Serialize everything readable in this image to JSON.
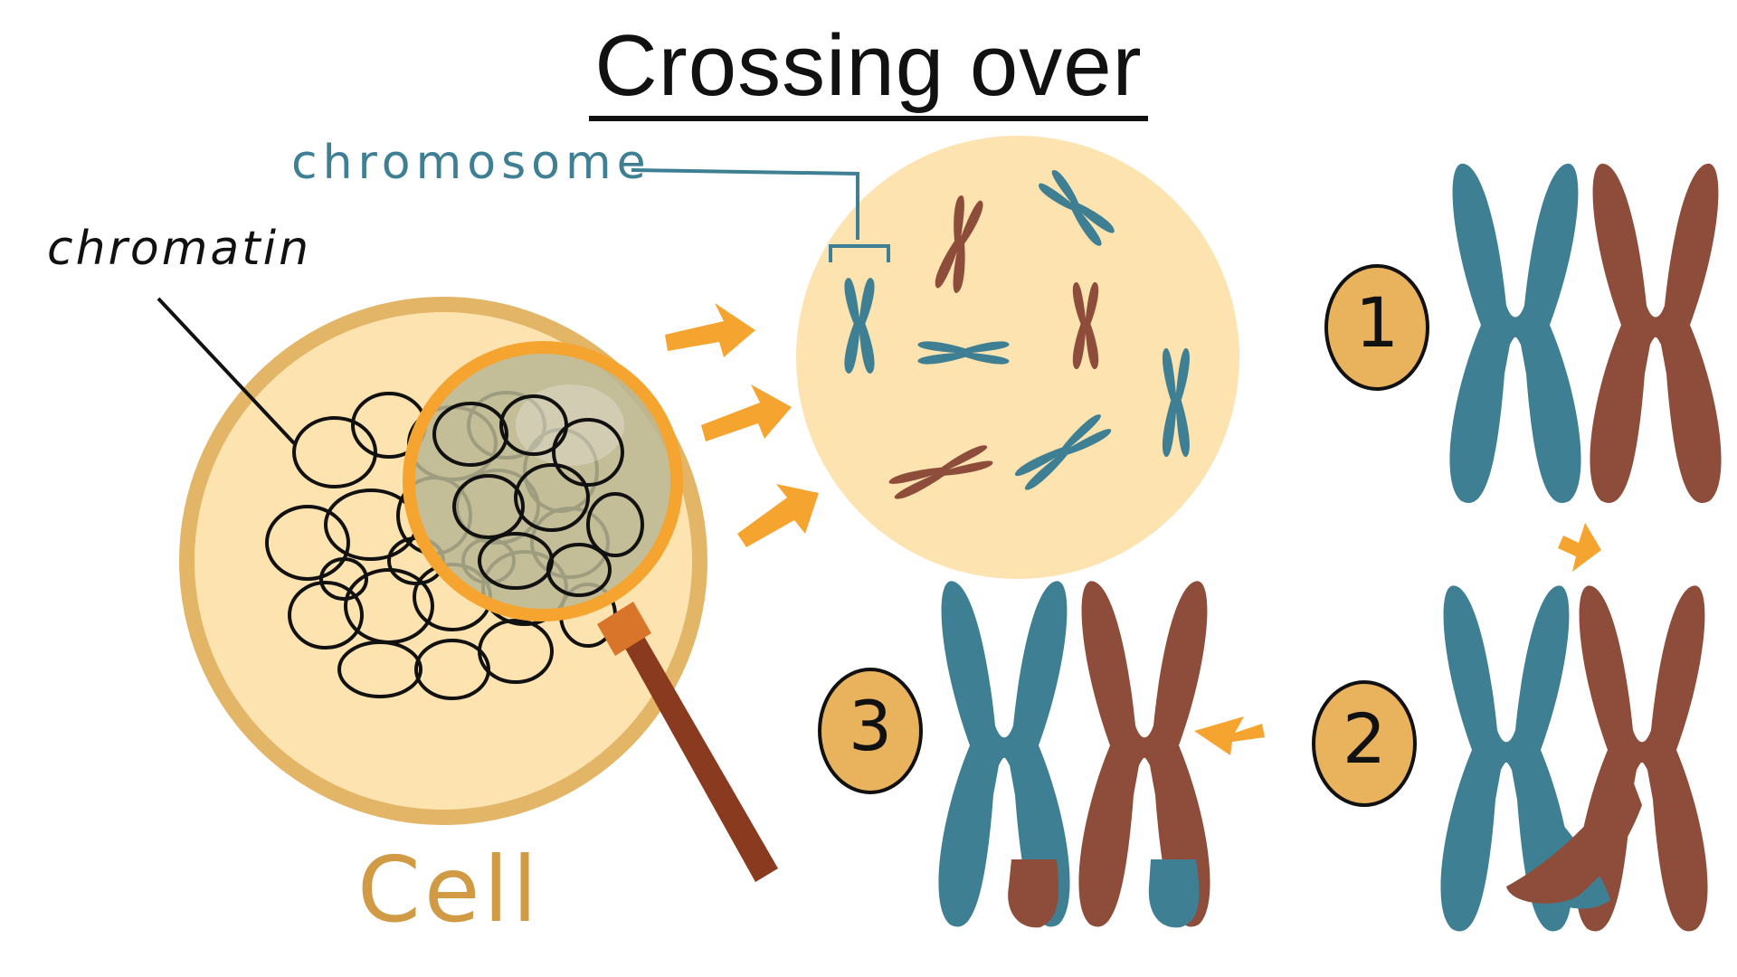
{
  "title": "Crossing over",
  "labels": {
    "chromatin": "chromatin",
    "chromosome": "chromosome",
    "cell": "Cell"
  },
  "steps": [
    "1",
    "2",
    "3"
  ],
  "colors": {
    "blue": "#3f7f93",
    "brown": "#8e4d3a",
    "orange": "#f5a430",
    "cell_fill": "#fde3b0",
    "cell_rim": "#e2b567",
    "badge": "#e9b35e",
    "lens": "#b8b694",
    "handle": "#8a3a1e"
  }
}
